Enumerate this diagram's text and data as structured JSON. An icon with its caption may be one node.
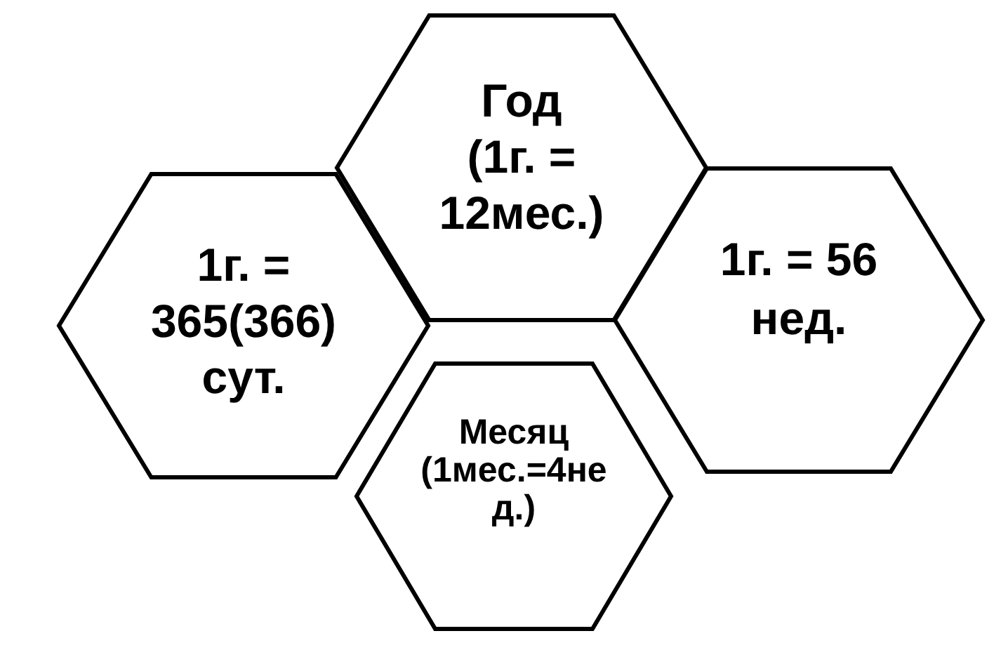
{
  "diagram": {
    "nodes": [
      {
        "text": [
          "Год (1г. = 12мес.)"
        ]
      },
      {
        "text": [
          "1г. = 365(366) сут."
        ]
      },
      {
        "text": [
          "1г. = 56 нед."
        ]
      },
      {
        "text": [
          "Месяц (1мес.=4нед.)"
        ]
      }
    ],
    "edges": []
  }
}
